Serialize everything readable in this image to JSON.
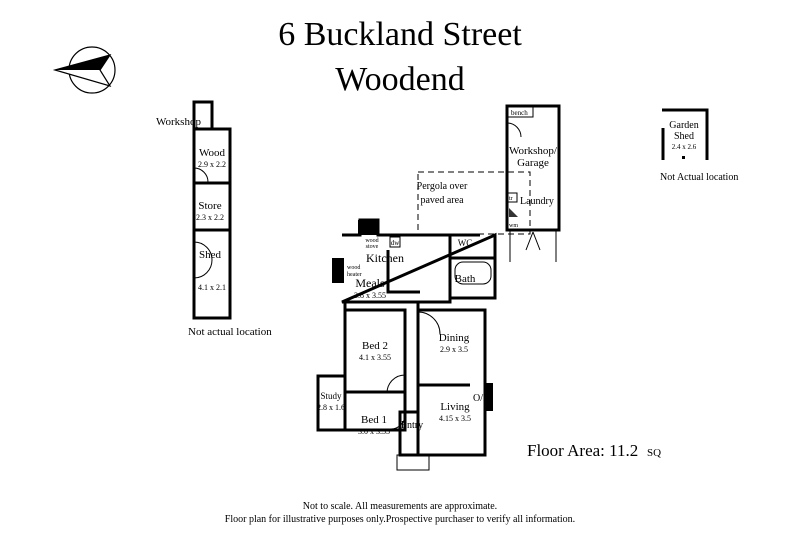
{
  "title": {
    "line1": "6 Buckland Street",
    "line2": "Woodend"
  },
  "compass": {
    "icon": "north-arrow-icon"
  },
  "outbuildings_left": {
    "workshop": "Workshop",
    "wood": {
      "name": "Wood",
      "size": "2.9 x 2.2"
    },
    "store": {
      "name": "Store",
      "size": "2.3 x 2.2"
    },
    "shed": {
      "name": "Shed",
      "size": "4.1 x 2.1"
    },
    "note": "Not actual location"
  },
  "house": {
    "pergola": {
      "line1": "Pergola over",
      "line2": "paved area"
    },
    "wood_stove": {
      "line1": "wood",
      "line2": "stove"
    },
    "dw": "dw",
    "kitchen": "Kitchen",
    "wood_heater": {
      "line1": "wood",
      "line2": "heater"
    },
    "meals": {
      "name": "Meals",
      "size": "3.8 x 3.55"
    },
    "wc": "WC",
    "bath": "Bath",
    "bed2": {
      "name": "Bed 2",
      "size": "4.1 x 3.55"
    },
    "dining": {
      "name": "Dining",
      "size": "2.9 x 3.5"
    },
    "study": {
      "name": "Study",
      "size": "2.8 x 1.6"
    },
    "bed1": {
      "name": "Bed 1",
      "size": "3.0 x 3.55"
    },
    "living": {
      "name": "Living",
      "size": "4.15 x 3.5"
    },
    "of": "O/F",
    "entry": "Entry"
  },
  "garage": {
    "bench": "bench",
    "name_line1": "Workshop/",
    "name_line2": "Garage",
    "tr": "tr",
    "laundry": "Laundry",
    "wm": "wm"
  },
  "garden_shed": {
    "line1": "Garden",
    "line2": "Shed",
    "size": "2.4 x 2.6",
    "note": "Not Actual location"
  },
  "floor_area": {
    "label": "Floor Area: 11.2",
    "unit": "SQ"
  },
  "footer": {
    "line1": "Not to scale. All measurements are approximate.",
    "line2": "Floor plan for illustrative purposes only.Prospective purchaser to verify all information."
  }
}
